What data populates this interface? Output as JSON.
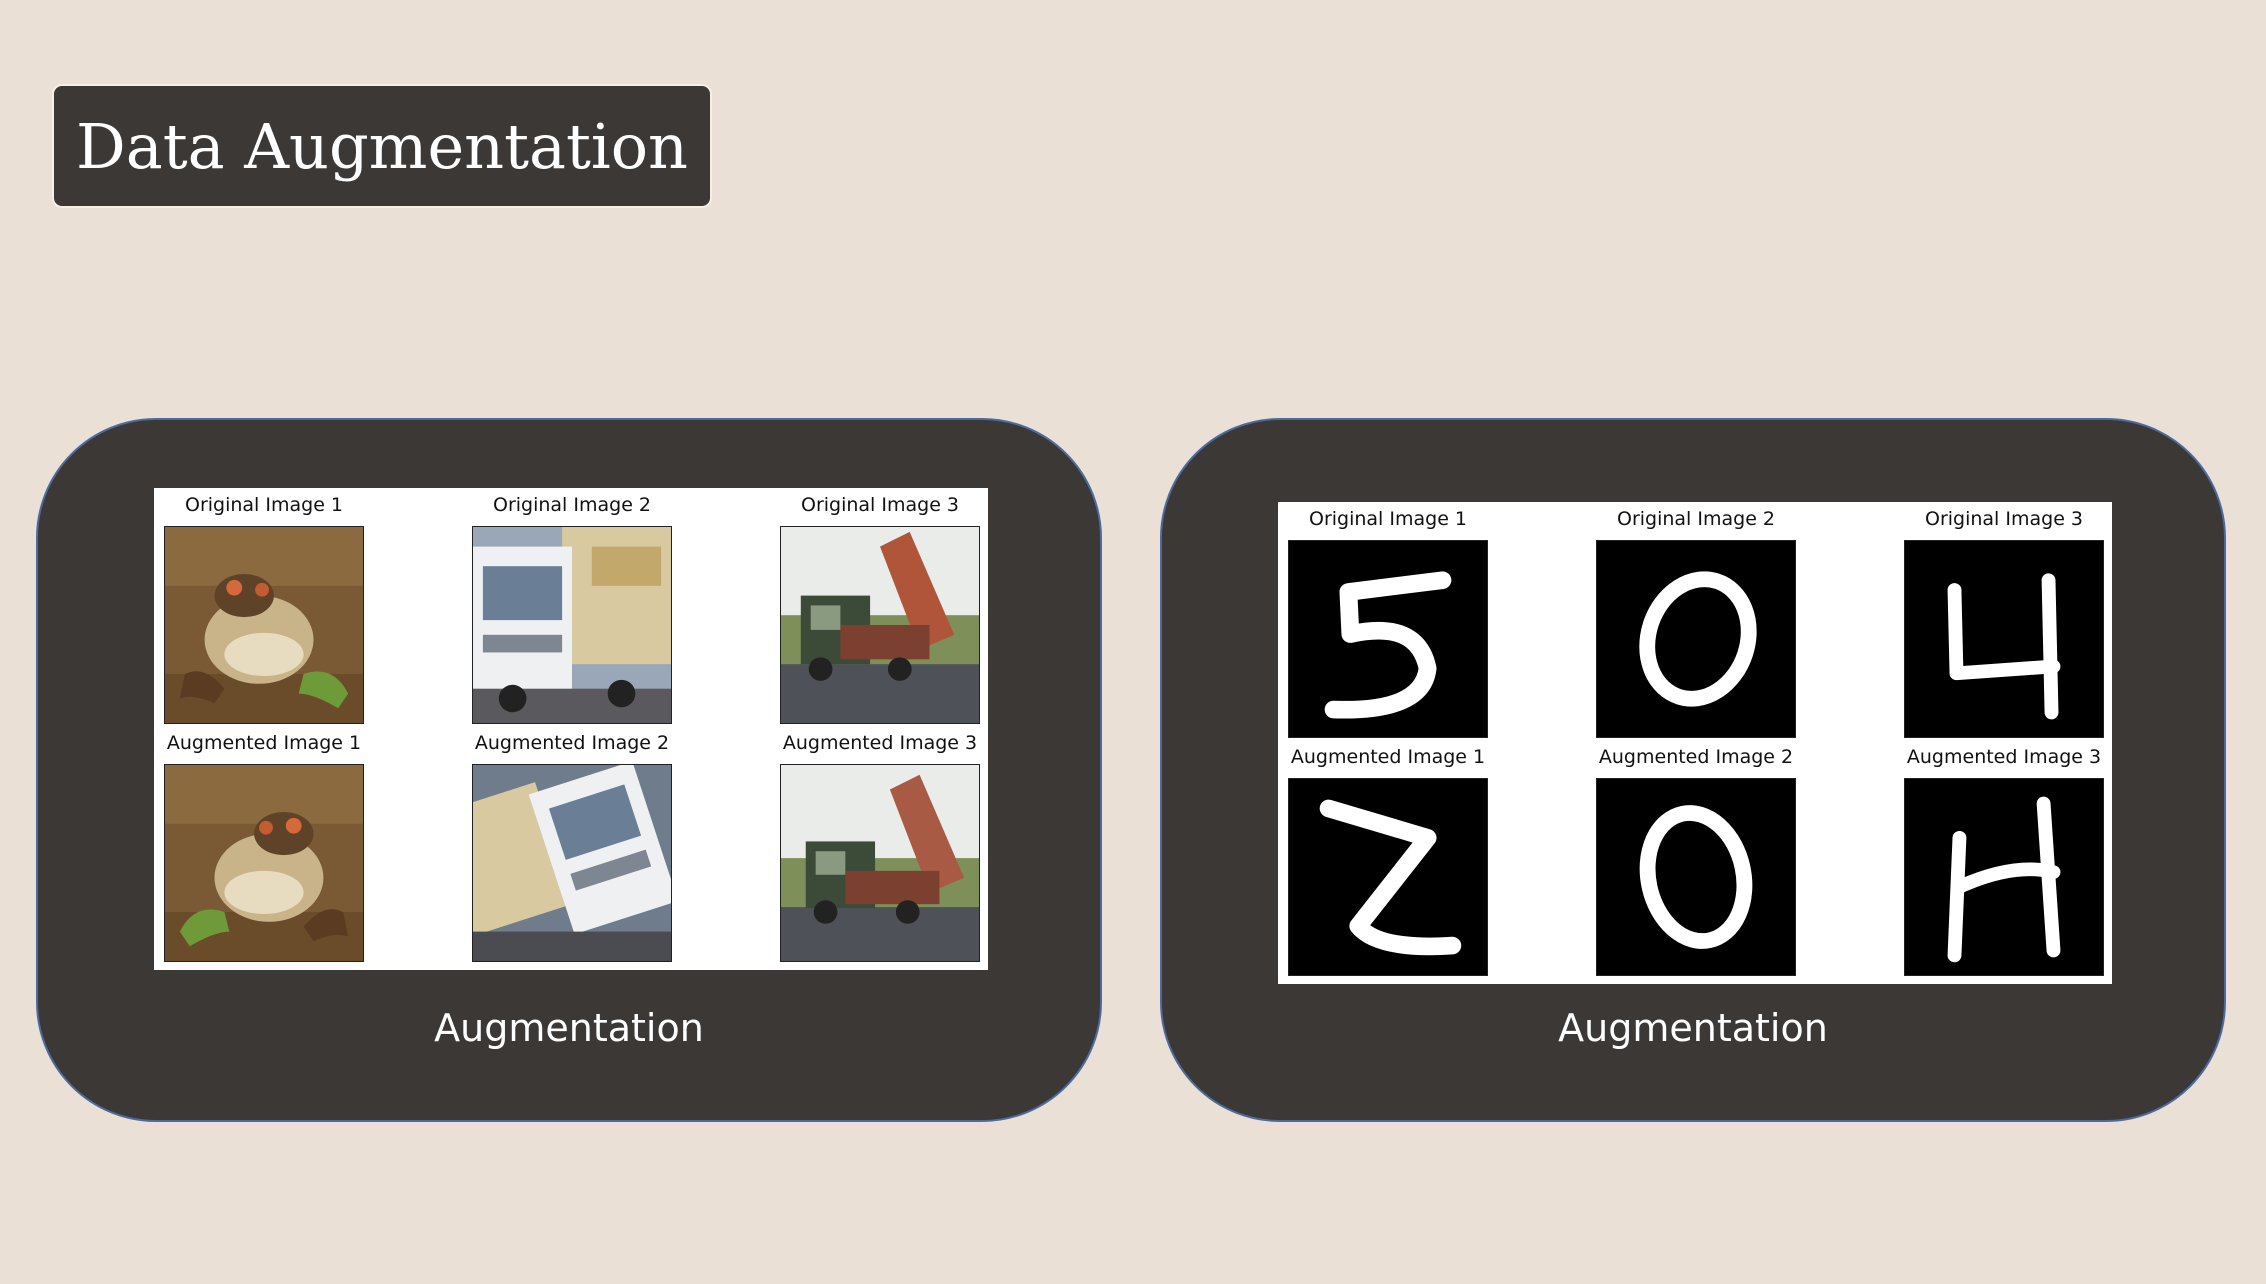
{
  "slide": {
    "title": "Data Augmentation"
  },
  "panels": [
    {
      "caption": "Augmentation",
      "images": [
        {
          "title": "Original Image 1",
          "subject": "frog"
        },
        {
          "title": "Original Image 2",
          "subject": "truck"
        },
        {
          "title": "Original Image 3",
          "subject": "dump-truck"
        },
        {
          "title": "Augmented Image 1",
          "subject": "frog-flipped"
        },
        {
          "title": "Augmented Image 2",
          "subject": "truck-rotated"
        },
        {
          "title": "Augmented Image 3",
          "subject": "dump-truck-shifted"
        }
      ]
    },
    {
      "caption": "Augmentation",
      "images": [
        {
          "title": "Original Image 1",
          "subject": "digit-5"
        },
        {
          "title": "Original Image 2",
          "subject": "digit-0"
        },
        {
          "title": "Original Image 3",
          "subject": "digit-4"
        },
        {
          "title": "Augmented Image 1",
          "subject": "digit-5-augmented"
        },
        {
          "title": "Augmented Image 2",
          "subject": "digit-0-augmented"
        },
        {
          "title": "Augmented Image 3",
          "subject": "digit-4-augmented"
        }
      ]
    }
  ]
}
